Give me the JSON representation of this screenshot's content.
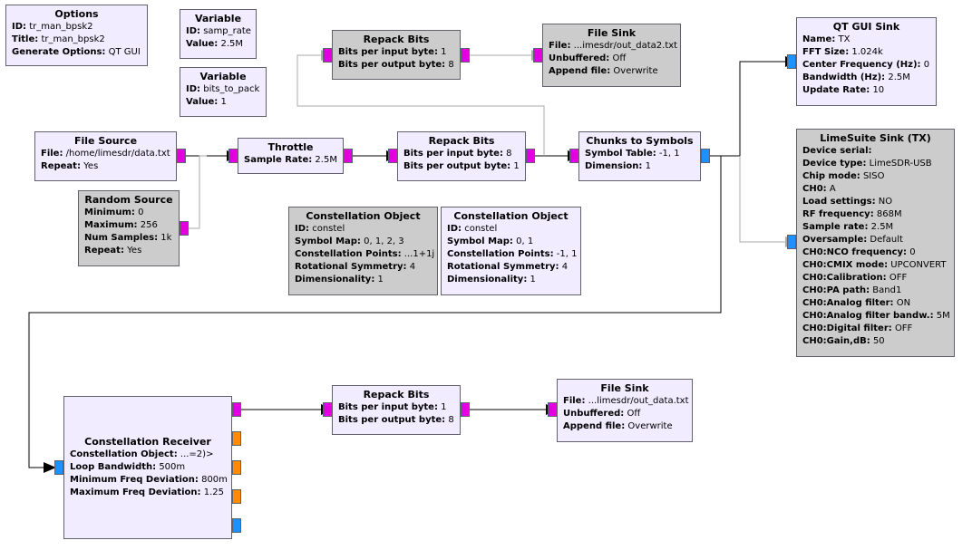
{
  "colors": {
    "block_fill": "#f1ecff",
    "disabled_fill": "#cccccc",
    "port_byte": "#e000e0",
    "port_complex": "#1e90ff",
    "port_float": "#ff8c00",
    "wire": "#000000",
    "wire_disabled": "#aaaaaa"
  },
  "blocks": {
    "options": {
      "title": "Options",
      "params": [
        {
          "k": "ID:",
          "v": "tr_man_bpsk2"
        },
        {
          "k": "Title:",
          "v": "tr_man_bpsk2"
        },
        {
          "k": "Generate Options:",
          "v": "QT GUI"
        }
      ]
    },
    "var_samp": {
      "title": "Variable",
      "params": [
        {
          "k": "ID:",
          "v": "samp_rate"
        },
        {
          "k": "Value:",
          "v": "2.5M"
        }
      ]
    },
    "var_bits": {
      "title": "Variable",
      "params": [
        {
          "k": "ID:",
          "v": "bits_to_pack"
        },
        {
          "k": "Value:",
          "v": "1"
        }
      ]
    },
    "repack_top": {
      "title": "Repack Bits",
      "params": [
        {
          "k": "Bits per input byte:",
          "v": "1"
        },
        {
          "k": "Bits per output byte:",
          "v": "8"
        }
      ]
    },
    "filesink_top": {
      "title": "File Sink",
      "params": [
        {
          "k": "File:",
          "v": "...imesdr/out_data2.txt"
        },
        {
          "k": "Unbuffered:",
          "v": "Off"
        },
        {
          "k": "Append file:",
          "v": "Overwrite"
        }
      ]
    },
    "qtgui": {
      "title": "QT GUI Sink",
      "params": [
        {
          "k": "Name:",
          "v": "TX"
        },
        {
          "k": "FFT Size:",
          "v": "1.024k"
        },
        {
          "k": "Center Frequency (Hz):",
          "v": "0"
        },
        {
          "k": "Bandwidth (Hz):",
          "v": "2.5M"
        },
        {
          "k": "Update Rate:",
          "v": "10"
        }
      ]
    },
    "filesource": {
      "title": "File Source",
      "params": [
        {
          "k": "File:",
          "v": "/home/limesdr/data.txt"
        },
        {
          "k": "Repeat:",
          "v": "Yes"
        }
      ]
    },
    "throttle": {
      "title": "Throttle",
      "params": [
        {
          "k": "Sample Rate:",
          "v": "2.5M"
        }
      ]
    },
    "repack_mid": {
      "title": "Repack Bits",
      "params": [
        {
          "k": "Bits per input byte:",
          "v": "8"
        },
        {
          "k": "Bits per output byte:",
          "v": "1"
        }
      ]
    },
    "chunks": {
      "title": "Chunks to Symbols",
      "params": [
        {
          "k": "Symbol Table:",
          "v": "-1, 1"
        },
        {
          "k": "Dimension:",
          "v": "1"
        }
      ]
    },
    "limesuite": {
      "title": "LimeSuite Sink (TX)",
      "params": [
        {
          "k": "Device serial:",
          "v": ""
        },
        {
          "k": "Device type:",
          "v": "LimeSDR-USB"
        },
        {
          "k": "Chip mode:",
          "v": "SISO"
        },
        {
          "k": "CH0:",
          "v": "A"
        },
        {
          "k": "Load settings:",
          "v": "NO"
        },
        {
          "k": "RF frequency:",
          "v": "868M"
        },
        {
          "k": "Sample rate:",
          "v": "2.5M"
        },
        {
          "k": "Oversample:",
          "v": "Default"
        },
        {
          "k": "CH0:NCO frequency:",
          "v": "0"
        },
        {
          "k": "CH0:CMIX mode:",
          "v": "UPCONVERT"
        },
        {
          "k": "CH0:Calibration:",
          "v": "OFF"
        },
        {
          "k": "CH0:PA path:",
          "v": "Band1"
        },
        {
          "k": "CH0:Analog filter:",
          "v": "ON"
        },
        {
          "k": "CH0:Analog filter bandw.:",
          "v": "5M"
        },
        {
          "k": "CH0:Digital filter:",
          "v": "OFF"
        },
        {
          "k": "CH0:Gain,dB:",
          "v": "50"
        }
      ]
    },
    "random": {
      "title": "Random Source",
      "params": [
        {
          "k": "Minimum:",
          "v": "0"
        },
        {
          "k": "Maximum:",
          "v": "256"
        },
        {
          "k": "Num Samples:",
          "v": "1k"
        },
        {
          "k": "Repeat:",
          "v": "Yes"
        }
      ]
    },
    "const1": {
      "title": "Constellation Object",
      "params": [
        {
          "k": "ID:",
          "v": "constel"
        },
        {
          "k": "Symbol Map:",
          "v": "0, 1, 2, 3"
        },
        {
          "k": "Constellation Points:",
          "v": "...1+1j"
        },
        {
          "k": "Rotational Symmetry:",
          "v": "4"
        },
        {
          "k": "Dimensionality:",
          "v": "1"
        }
      ]
    },
    "const2": {
      "title": "Constellation Object",
      "params": [
        {
          "k": "ID:",
          "v": "constel"
        },
        {
          "k": "Symbol Map:",
          "v": "0, 1"
        },
        {
          "k": "Constellation Points:",
          "v": "-1, 1"
        },
        {
          "k": "Rotational Symmetry:",
          "v": "4"
        },
        {
          "k": "Dimensionality:",
          "v": "1"
        }
      ]
    },
    "constrx": {
      "title": "Constellation Receiver",
      "params": [
        {
          "k": "Constellation Object:",
          "v": "...=2)>"
        },
        {
          "k": "Loop Bandwidth:",
          "v": "500m"
        },
        {
          "k": "Minimum Freq Deviation:",
          "v": "800m"
        },
        {
          "k": "Maximum Freq Deviation:",
          "v": "1.25"
        }
      ]
    },
    "repack_bot": {
      "title": "Repack Bits",
      "params": [
        {
          "k": "Bits per input byte:",
          "v": "1"
        },
        {
          "k": "Bits per output byte:",
          "v": "8"
        }
      ]
    },
    "filesink_bot": {
      "title": "File Sink",
      "params": [
        {
          "k": "File:",
          "v": "...limesdr/out_data.txt"
        },
        {
          "k": "Unbuffered:",
          "v": "Off"
        },
        {
          "k": "Append file:",
          "v": "Overwrite"
        }
      ]
    }
  }
}
